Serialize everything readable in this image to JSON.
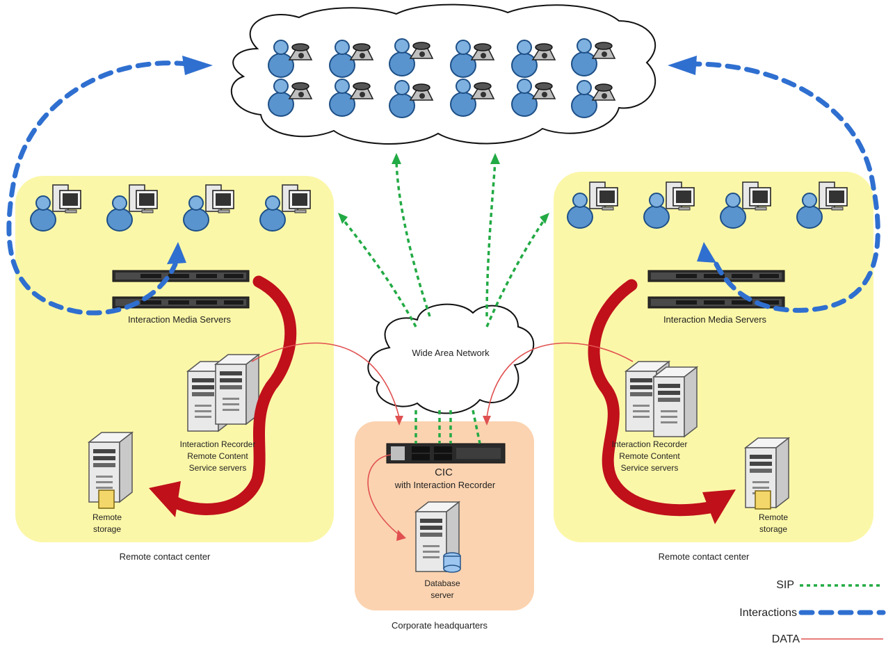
{
  "labels": {
    "wan": "Wide Area Network",
    "left_media_servers": "Interaction Media Servers",
    "right_media_servers": "Interaction Media Servers",
    "left_recorder": [
      "Interaction Recorder",
      "Remote Content",
      "Service servers"
    ],
    "right_recorder": [
      "Interaction Recorder",
      "Remote Content",
      "Service servers"
    ],
    "left_storage": [
      "Remote",
      "storage"
    ],
    "right_storage": [
      "Remote",
      "storage"
    ],
    "cic_title": "CIC",
    "cic_subtitle": "with Interaction Recorder",
    "database": [
      "Database",
      "server"
    ],
    "left_center": "Remote contact center",
    "right_center": "Remote contact center",
    "hq": "Corporate headquarters"
  },
  "legend": [
    {
      "label": "SIP",
      "style": "sip",
      "color": "#22aa44"
    },
    {
      "label": "Interactions",
      "style": "interactions",
      "color": "#2f6fd0"
    },
    {
      "label": "DATA",
      "style": "data",
      "color": "#e05050"
    }
  ],
  "colors": {
    "zone_remote": "#fbf7a8",
    "zone_hq": "#fbd3b0",
    "flow_red": "#c0101a",
    "person_blue": "#4f8fcf"
  },
  "icons": {
    "cloud_users": "person-with-phone-icon",
    "agents": "person-with-computer-icon",
    "media_server": "rack-server-icon",
    "recorder": "tower-server-icon",
    "storage": "storage-server-icon",
    "database": "database-server-icon",
    "cic": "rack-server-icon"
  }
}
